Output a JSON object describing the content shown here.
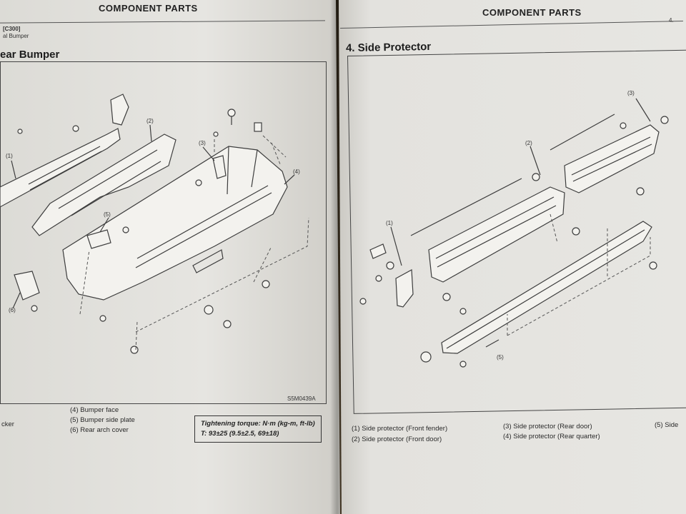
{
  "left_page": {
    "header": "COMPONENT PARTS",
    "tag": "[C300]",
    "subtag": "al Bumper",
    "section_title": "ear Bumper",
    "figure_code": "S5M0439A",
    "callouts": [
      "(1)",
      "(2)",
      "(3)",
      "(4)",
      "(5)",
      "(6)"
    ],
    "legend": [
      {
        "text": "cker"
      },
      {
        "text": "(4)  Bumper face"
      },
      {
        "text": "(5)  Bumper side plate"
      },
      {
        "text": "(6)  Rear arch cover"
      }
    ],
    "torque_title": "Tightening torque: N·m (kg-m, ft-lb)",
    "torque_value": "T:  93±25 (9.5±2.5, 69±18)"
  },
  "right_page": {
    "header": "COMPONENT PARTS",
    "corner": "4.",
    "section_title": "4. Side Protector",
    "callouts": [
      "(1)",
      "(2)",
      "(3)",
      "(5)"
    ],
    "legend": [
      {
        "text": "(1)  Side protector (Front fender)"
      },
      {
        "text": "(2)  Side protector (Front door)"
      },
      {
        "text": "(3)  Side protector (Rear door)"
      },
      {
        "text": "(4)  Side protector (Rear quarter)"
      },
      {
        "text": "(5)  Side"
      }
    ]
  }
}
